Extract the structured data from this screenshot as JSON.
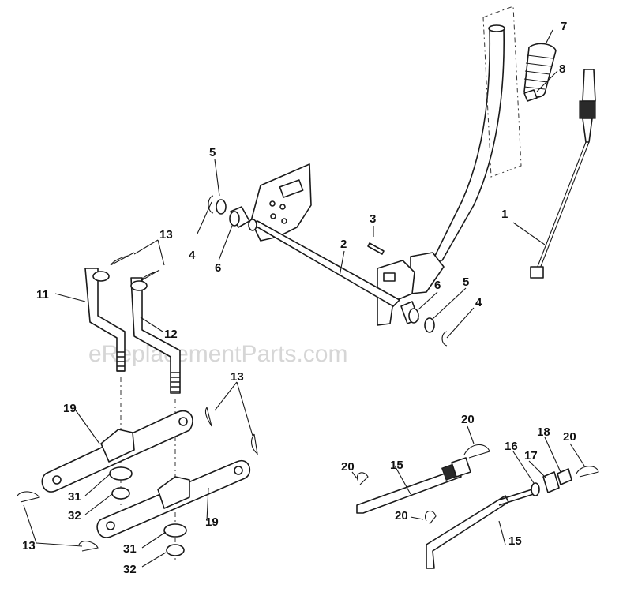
{
  "watermark": "eReplacementParts.com",
  "callouts": {
    "c1": "1",
    "c2": "2",
    "c3": "3",
    "c4a": "4",
    "c4b": "4",
    "c5a": "5",
    "c5b": "5",
    "c6a": "6",
    "c6b": "6",
    "c7": "7",
    "c8": "8",
    "c11": "11",
    "c12": "12",
    "c13a": "13",
    "c13b": "13",
    "c13c": "13",
    "c15a": "15",
    "c15b": "15",
    "c16": "16",
    "c17": "17",
    "c18": "18",
    "c19a": "19",
    "c19b": "19",
    "c20a": "20",
    "c20b": "20",
    "c20c": "20",
    "c20d": "20",
    "c31a": "31",
    "c31b": "31",
    "c32a": "32",
    "c32b": "32"
  }
}
